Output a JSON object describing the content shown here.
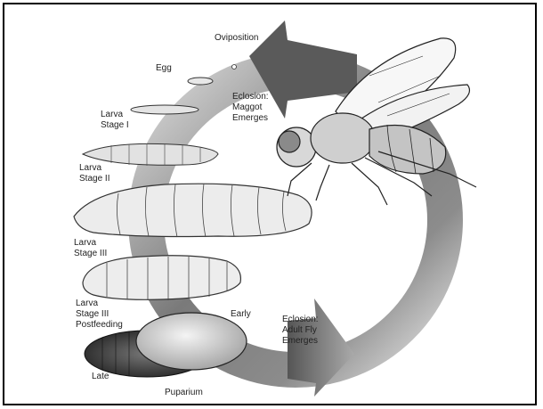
{
  "labels": {
    "oviposition": "Oviposition",
    "egg": "Egg",
    "eclosion_maggot": "Eclosion:\nMaggot\nEmerges",
    "larva_stage_1": "Larva\nStage I",
    "larva_stage_2": "Larva\nStage II",
    "larva_stage_3": "Larva\nStage III",
    "larva_stage_3_postfeeding": "Larva\nStage III\nPostfeeding",
    "early": "Early",
    "late": "Late",
    "puparium": "Puparium",
    "eclosion_adult": "Eclosion:\nAdult Fly\nEmerges"
  },
  "colors": {
    "border": "#000000",
    "ring_dark": "#5a5a5a",
    "ring_light": "#e6e6e6",
    "line_art": "#333333",
    "text": "#222222"
  },
  "icons": {
    "cycle_arrow": "circular-arrow",
    "fly": "adult-fly-illustration"
  }
}
